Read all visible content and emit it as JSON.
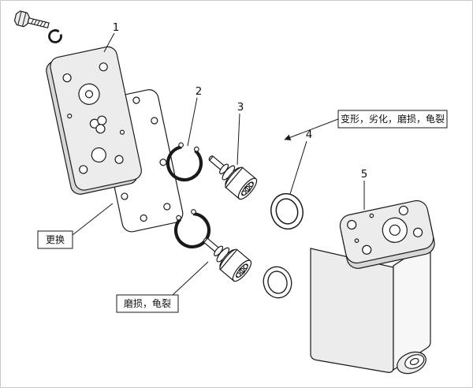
{
  "colors": {
    "ink": "#1a1a1a",
    "background": "#ffffff",
    "metal_light": "#ececec",
    "metal_dark": "#d7d7d7"
  },
  "diagram": {
    "part_numbers": [
      "1",
      "2",
      "3",
      "4",
      "5"
    ],
    "callouts": {
      "gasket": "更换",
      "plunger": "磨损，龟裂",
      "oring": "变形，劣化，磨损，龟裂"
    }
  }
}
